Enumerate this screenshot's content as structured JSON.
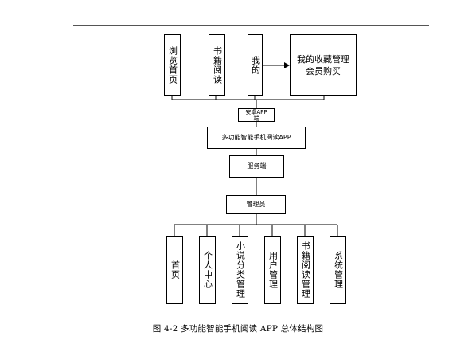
{
  "diagram": {
    "top_nodes": [
      {
        "id": "browse-home",
        "label": "浏览首页"
      },
      {
        "id": "book-reading",
        "label": "书籍阅读"
      },
      {
        "id": "mine",
        "label": "我的"
      }
    ],
    "mine_detail": {
      "line1": "我的收藏管理",
      "line2": "会员购买"
    },
    "android_node": {
      "line1": "安卓APP",
      "line2": "端"
    },
    "app_node": "多功能智能手机阅读APP",
    "server_node": "服务端",
    "admin_node": "管理员",
    "bottom_nodes": [
      {
        "id": "home",
        "label": "首页"
      },
      {
        "id": "personal-center",
        "label": "个人中心"
      },
      {
        "id": "novel-category-mgmt",
        "label": "小说分类管理"
      },
      {
        "id": "user-mgmt",
        "label": "用户管理"
      },
      {
        "id": "book-reading-mgmt",
        "label": "书籍阅读管理"
      },
      {
        "id": "system-mgmt",
        "label": "系统管理"
      }
    ]
  },
  "caption": "图 4-2  多功能智能手机阅读 APP 总体结构图"
}
